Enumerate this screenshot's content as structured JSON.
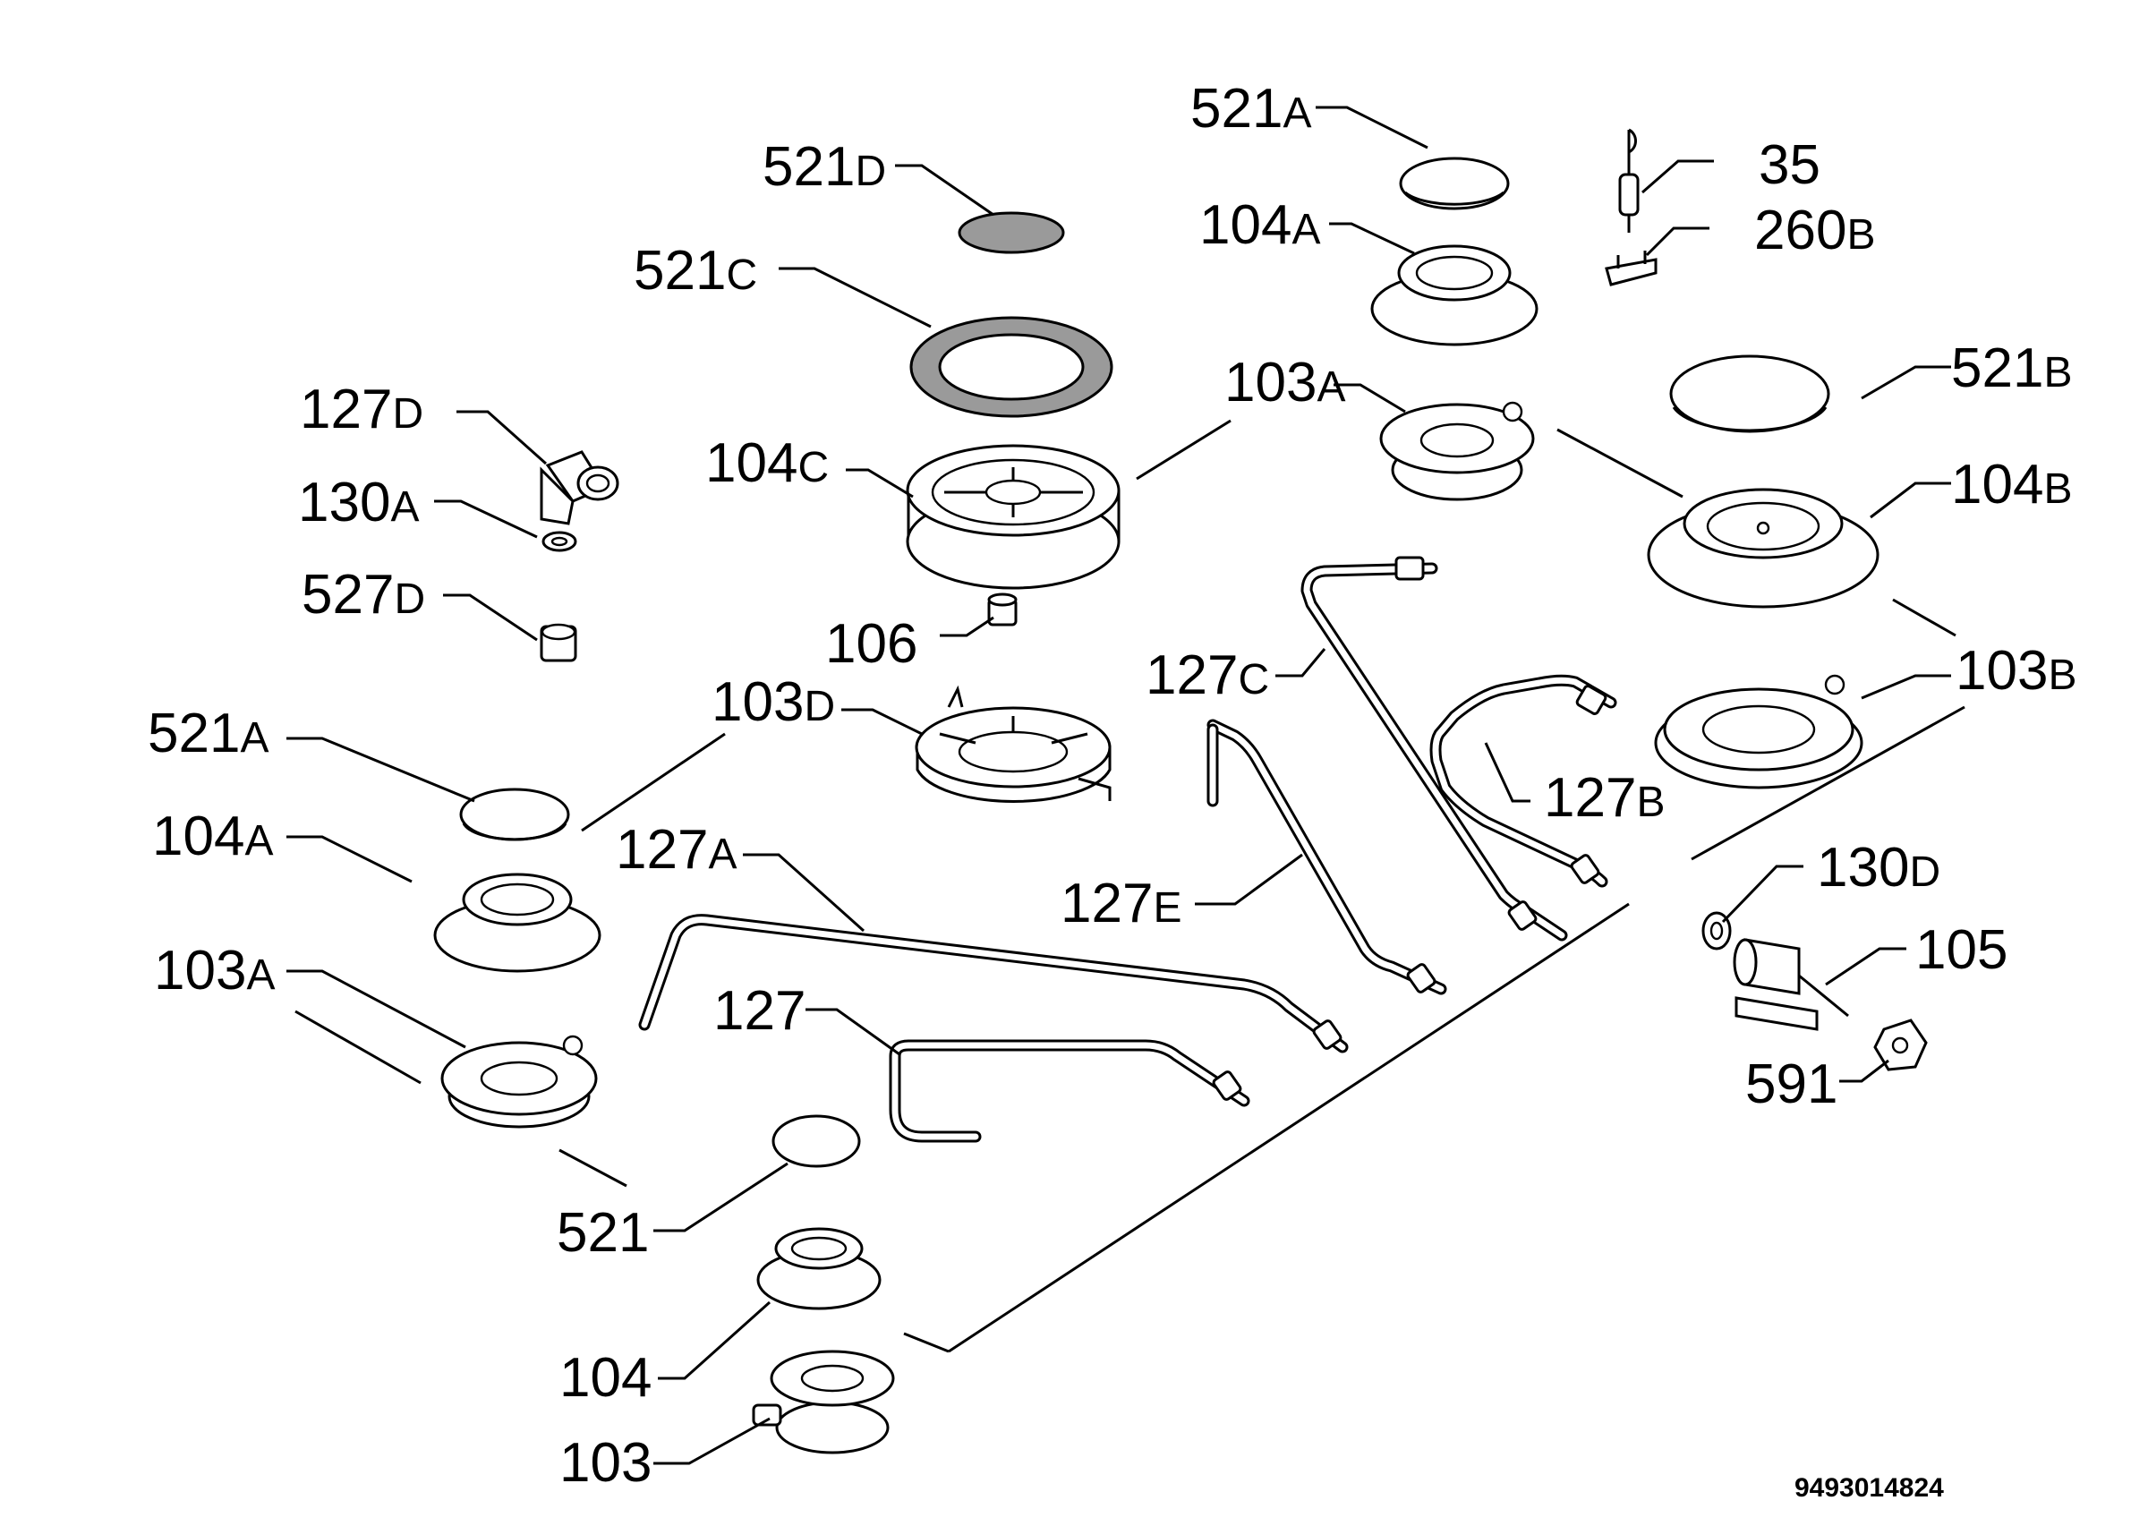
{
  "diagram": {
    "code": "9493014824",
    "labels": {
      "l521a_top": {
        "num": "521",
        "suf": "A"
      },
      "l35": {
        "num": "35",
        "suf": ""
      },
      "l521d": {
        "num": "521",
        "suf": "D"
      },
      "l104a_top": {
        "num": "104",
        "suf": "A"
      },
      "l260b": {
        "num": "260",
        "suf": "B"
      },
      "l521c": {
        "num": "521",
        "suf": "C"
      },
      "l103a_top": {
        "num": "103",
        "suf": "A"
      },
      "l521b": {
        "num": "521",
        "suf": "B"
      },
      "l127d": {
        "num": "127",
        "suf": "D"
      },
      "l104c": {
        "num": "104",
        "suf": "C"
      },
      "l104b": {
        "num": "104",
        "suf": "B"
      },
      "l130a": {
        "num": "130",
        "suf": "A"
      },
      "l527d": {
        "num": "527",
        "suf": "D"
      },
      "l106": {
        "num": "106",
        "suf": ""
      },
      "l127c": {
        "num": "127",
        "suf": "C"
      },
      "l103b": {
        "num": "103",
        "suf": "B"
      },
      "l103d": {
        "num": "103",
        "suf": "D"
      },
      "l521a_left": {
        "num": "521",
        "suf": "A"
      },
      "l127b": {
        "num": "127",
        "suf": "B"
      },
      "l104a_left": {
        "num": "104",
        "suf": "A"
      },
      "l127a": {
        "num": "127",
        "suf": "A"
      },
      "l130d": {
        "num": "130",
        "suf": "D"
      },
      "l127e": {
        "num": "127",
        "suf": "E"
      },
      "l105": {
        "num": "105",
        "suf": ""
      },
      "l103a_left": {
        "num": "103",
        "suf": "A"
      },
      "l127": {
        "num": "127",
        "suf": ""
      },
      "l591": {
        "num": "591",
        "suf": ""
      },
      "l521": {
        "num": "521",
        "suf": ""
      },
      "l104": {
        "num": "104",
        "suf": ""
      },
      "l103": {
        "num": "103",
        "suf": ""
      }
    }
  }
}
